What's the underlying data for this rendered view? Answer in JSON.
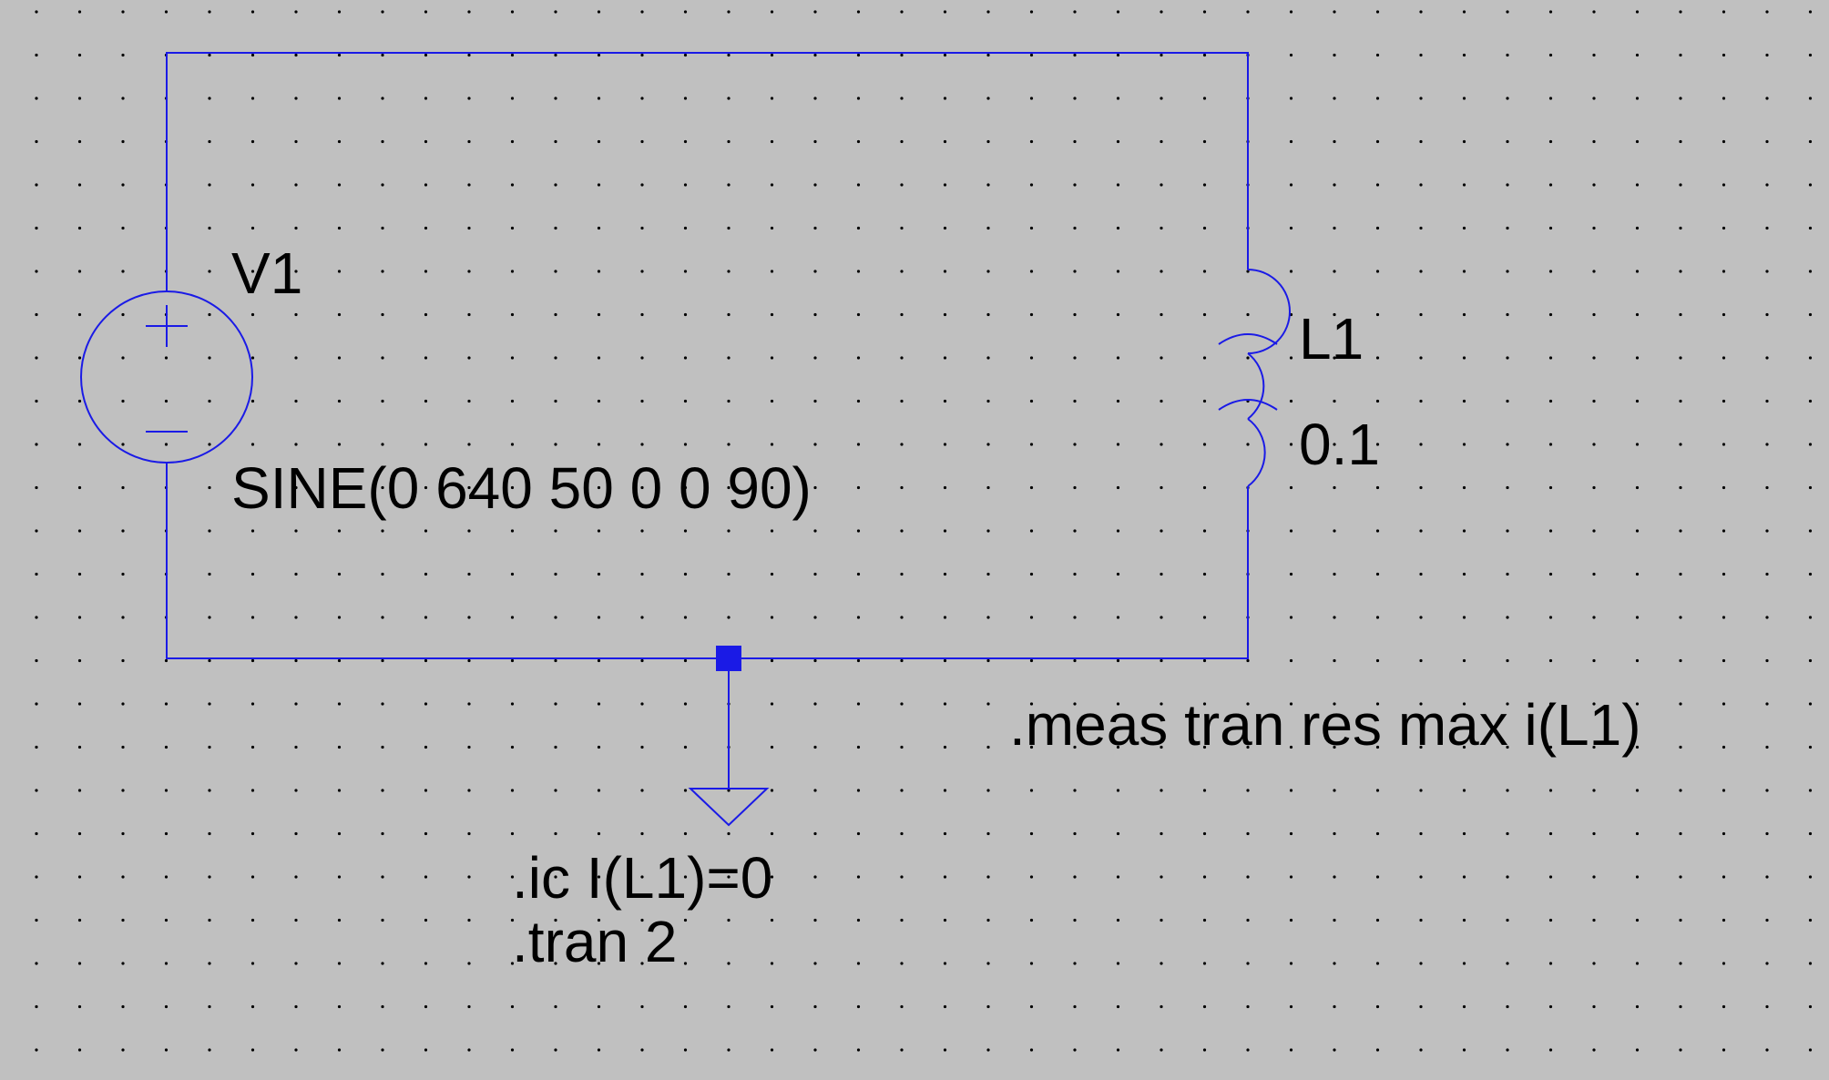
{
  "schematic": {
    "source": {
      "name": "V1",
      "value": "SINE(0 640 50 0 0 90)"
    },
    "inductor": {
      "name": "L1",
      "value": "0.1"
    },
    "directives": {
      "meas": ".meas tran res max i(L1)",
      "ic": ".ic I(L1)=0",
      "tran": ".tran 2"
    }
  },
  "colors": {
    "background": "#c0c0c0",
    "wire": "#1a1ae6",
    "grid_dot": "#000000",
    "text": "#000000"
  },
  "icons": {
    "source": "voltage-source-icon",
    "inductor": "inductor-icon",
    "ground": "ground-icon",
    "junction": "junction-dot-icon"
  }
}
